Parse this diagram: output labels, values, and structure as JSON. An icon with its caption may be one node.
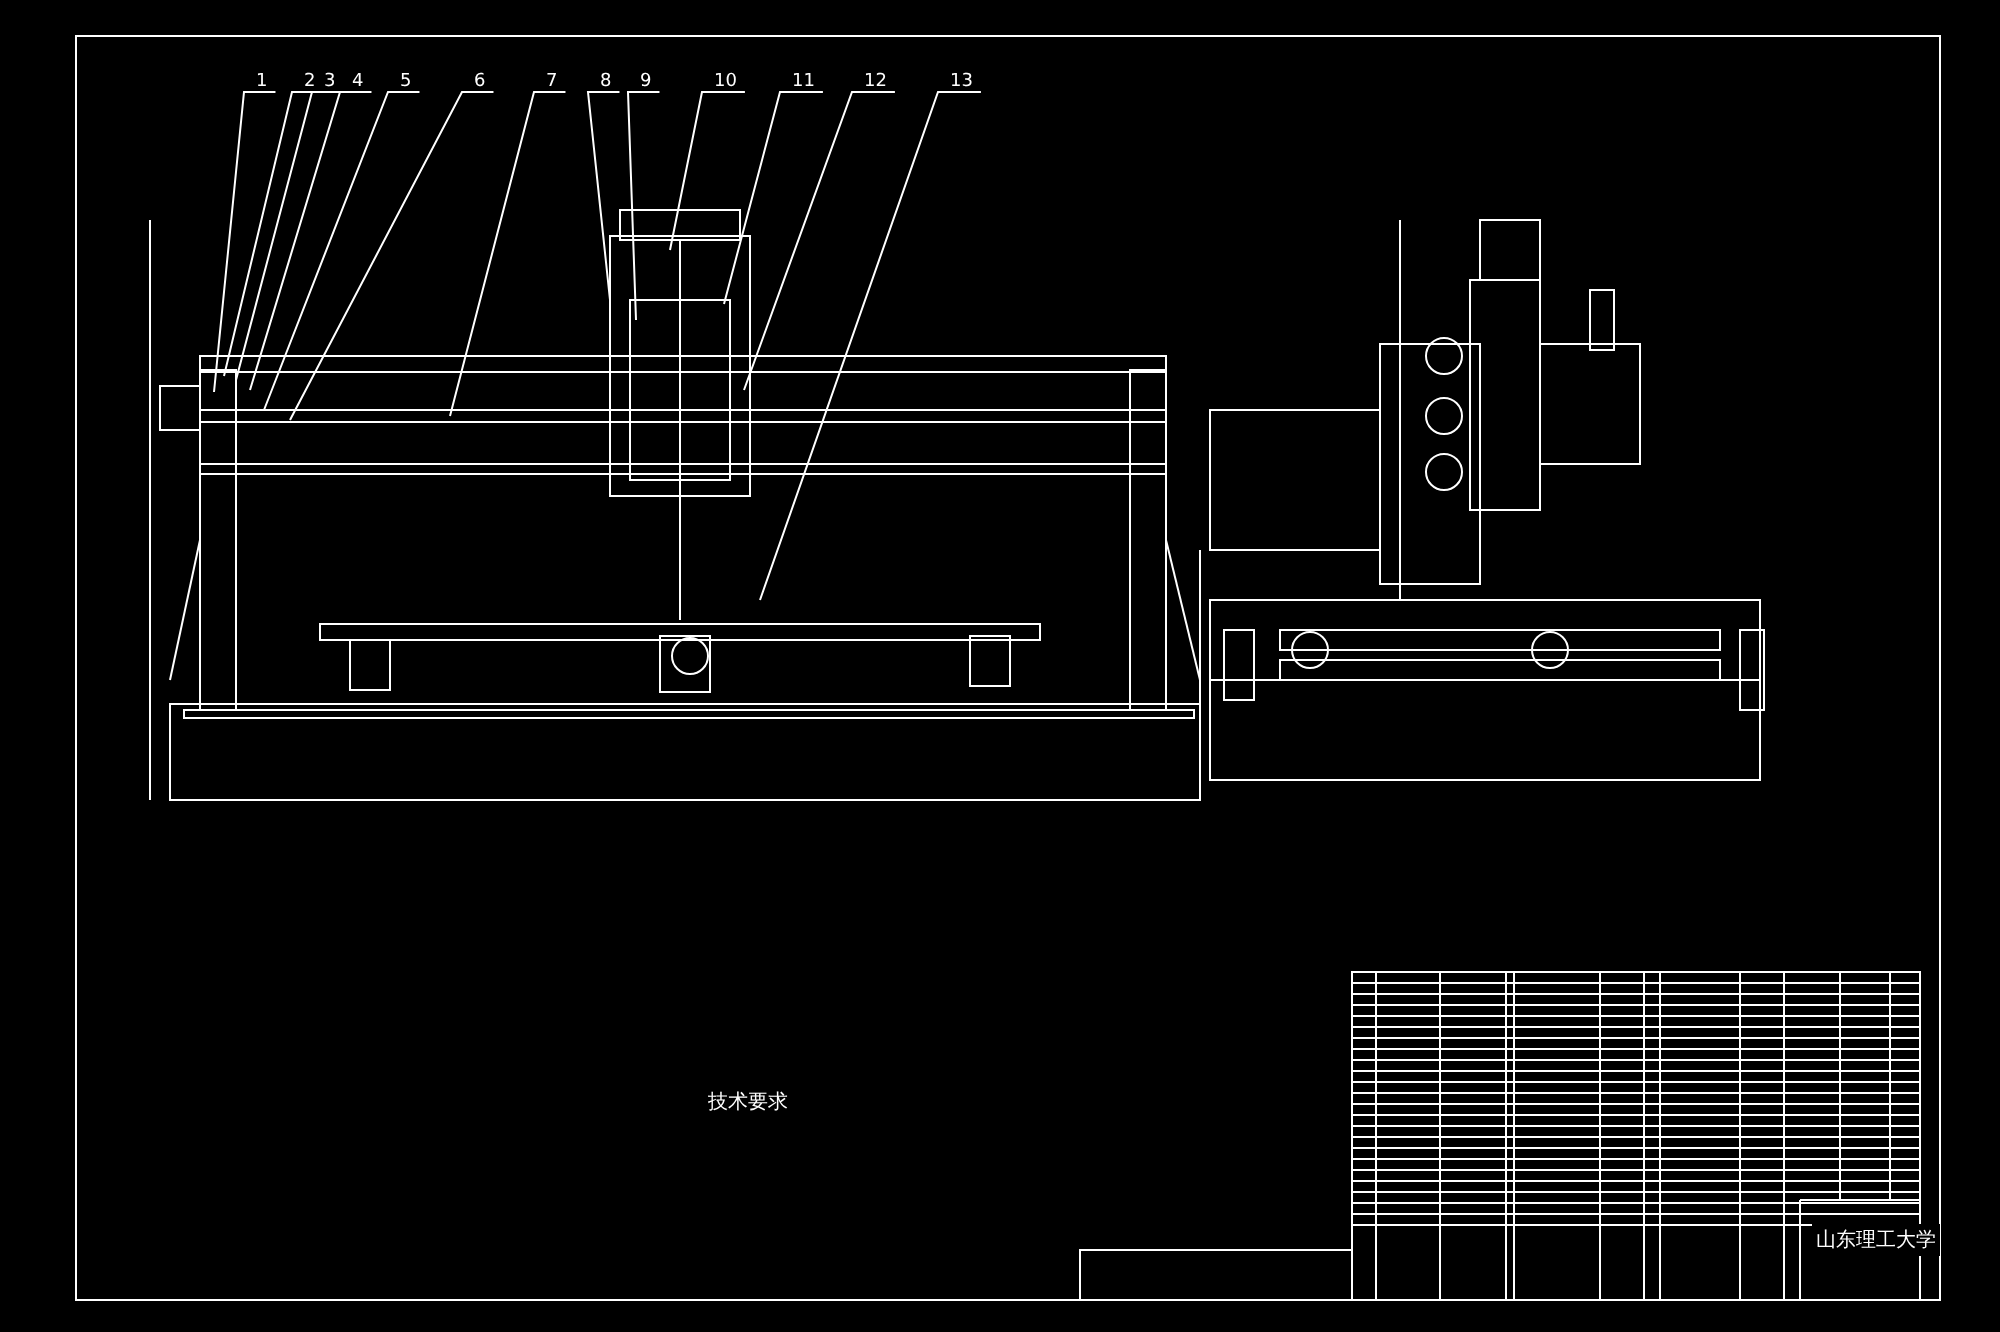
{
  "diagram": {
    "nodes": [
      {
        "text": [
          "1"
        ]
      },
      {
        "text": [
          "2"
        ]
      },
      {
        "text": [
          "3"
        ]
      },
      {
        "text": [
          "4"
        ]
      },
      {
        "text": [
          "5"
        ]
      },
      {
        "text": [
          "6"
        ]
      },
      {
        "text": [
          "7"
        ]
      },
      {
        "text": [
          "8"
        ]
      },
      {
        "text": [
          "9"
        ]
      },
      {
        "text": [
          "10"
        ]
      },
      {
        "text": [
          "11"
        ]
      },
      {
        "text": [
          "12"
        ]
      },
      {
        "text": [
          "13"
        ]
      }
    ],
    "edges": [
      {
        "from": 0,
        "to": null,
        "arrow": "none"
      },
      {
        "from": 1,
        "to": null,
        "arrow": "none"
      },
      {
        "from": 2,
        "to": null,
        "arrow": "none"
      },
      {
        "from": 3,
        "to": null,
        "arrow": "none"
      },
      {
        "from": 4,
        "to": null,
        "arrow": "none"
      },
      {
        "from": 5,
        "to": null,
        "arrow": "none"
      },
      {
        "from": 6,
        "to": null,
        "arrow": "none"
      },
      {
        "from": 7,
        "to": null,
        "arrow": "none"
      },
      {
        "from": 8,
        "to": null,
        "arrow": "none"
      },
      {
        "from": 9,
        "to": null,
        "arrow": "none"
      },
      {
        "from": 10,
        "to": null,
        "arrow": "none"
      },
      {
        "from": 11,
        "to": null,
        "arrow": "none"
      },
      {
        "from": 12,
        "to": null,
        "arrow": "none"
      }
    ],
    "labels": [
      "技术要求",
      "山东理工大学"
    ]
  }
}
